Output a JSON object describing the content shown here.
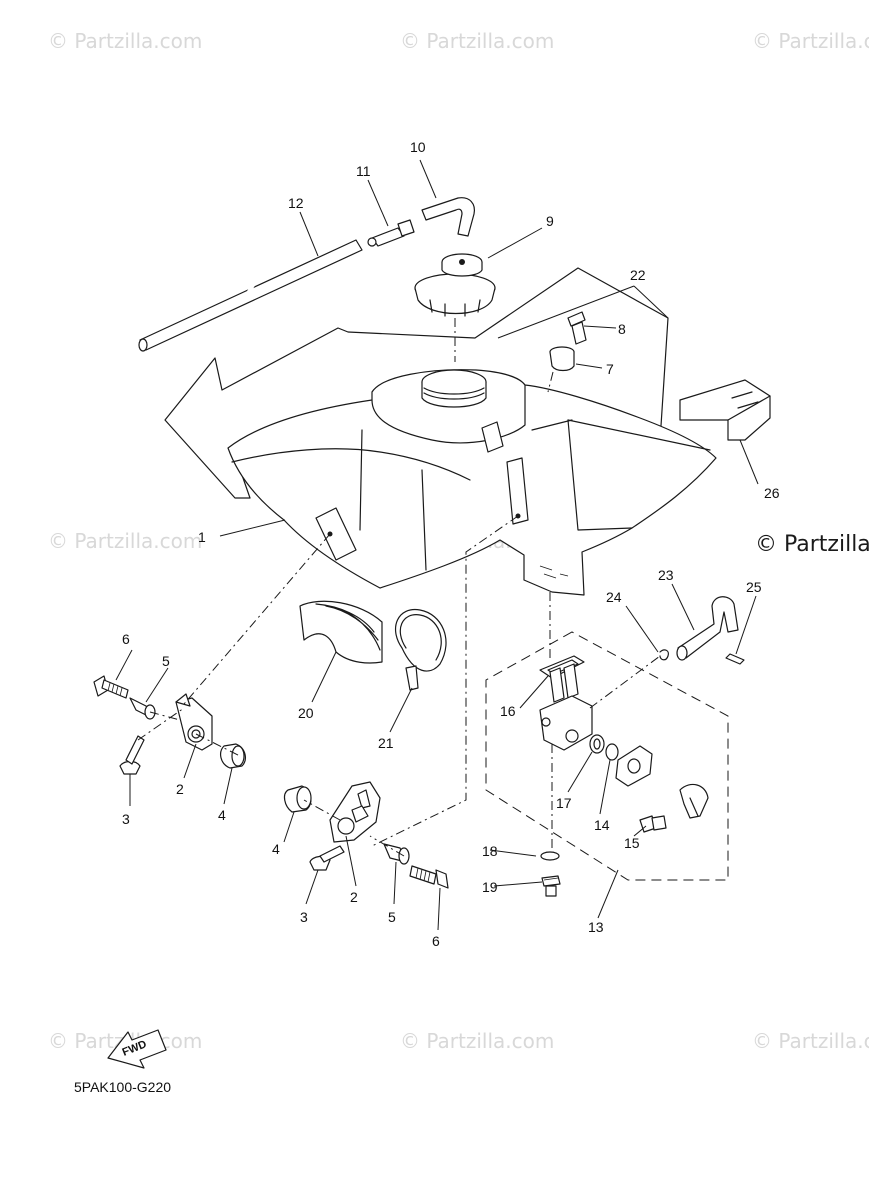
{
  "diagram_code": "5PAK100-G220",
  "watermark": {
    "text": "© Partzilla.com",
    "prominent_text": "© Partzilla"
  },
  "fwd_label": "FWD",
  "callouts": [
    {
      "id": "c1",
      "label": "1"
    },
    {
      "id": "c2a",
      "label": "2"
    },
    {
      "id": "c2b",
      "label": "2"
    },
    {
      "id": "c3a",
      "label": "3"
    },
    {
      "id": "c3b",
      "label": "3"
    },
    {
      "id": "c4a",
      "label": "4"
    },
    {
      "id": "c4b",
      "label": "4"
    },
    {
      "id": "c5a",
      "label": "5"
    },
    {
      "id": "c5b",
      "label": "5"
    },
    {
      "id": "c6a",
      "label": "6"
    },
    {
      "id": "c6b",
      "label": "6"
    },
    {
      "id": "c7",
      "label": "7"
    },
    {
      "id": "c8",
      "label": "8"
    },
    {
      "id": "c9",
      "label": "9"
    },
    {
      "id": "c10",
      "label": "10"
    },
    {
      "id": "c11",
      "label": "11"
    },
    {
      "id": "c12",
      "label": "12"
    },
    {
      "id": "c13",
      "label": "13"
    },
    {
      "id": "c14",
      "label": "14"
    },
    {
      "id": "c15",
      "label": "15"
    },
    {
      "id": "c16",
      "label": "16"
    },
    {
      "id": "c17",
      "label": "17"
    },
    {
      "id": "c18",
      "label": "18"
    },
    {
      "id": "c19",
      "label": "19"
    },
    {
      "id": "c20",
      "label": "20"
    },
    {
      "id": "c21",
      "label": "21"
    },
    {
      "id": "c22",
      "label": "22"
    },
    {
      "id": "c23",
      "label": "23"
    },
    {
      "id": "c24",
      "label": "24"
    },
    {
      "id": "c25",
      "label": "25"
    },
    {
      "id": "c26",
      "label": "26"
    }
  ]
}
